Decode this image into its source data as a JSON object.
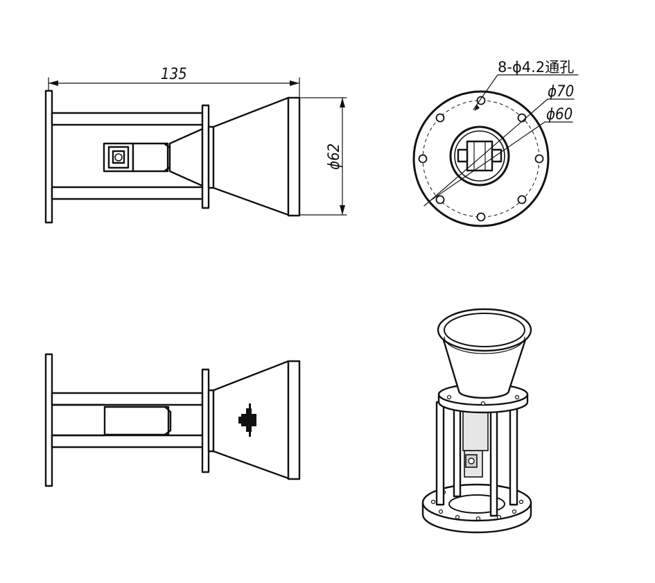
{
  "drawing": {
    "dimensions": {
      "length": "135",
      "mouth_diameter": "ϕ62",
      "hole_callout": "8-ϕ4.2通孔",
      "bolt_circle": "ϕ70",
      "flange_dia": "ϕ60"
    }
  }
}
